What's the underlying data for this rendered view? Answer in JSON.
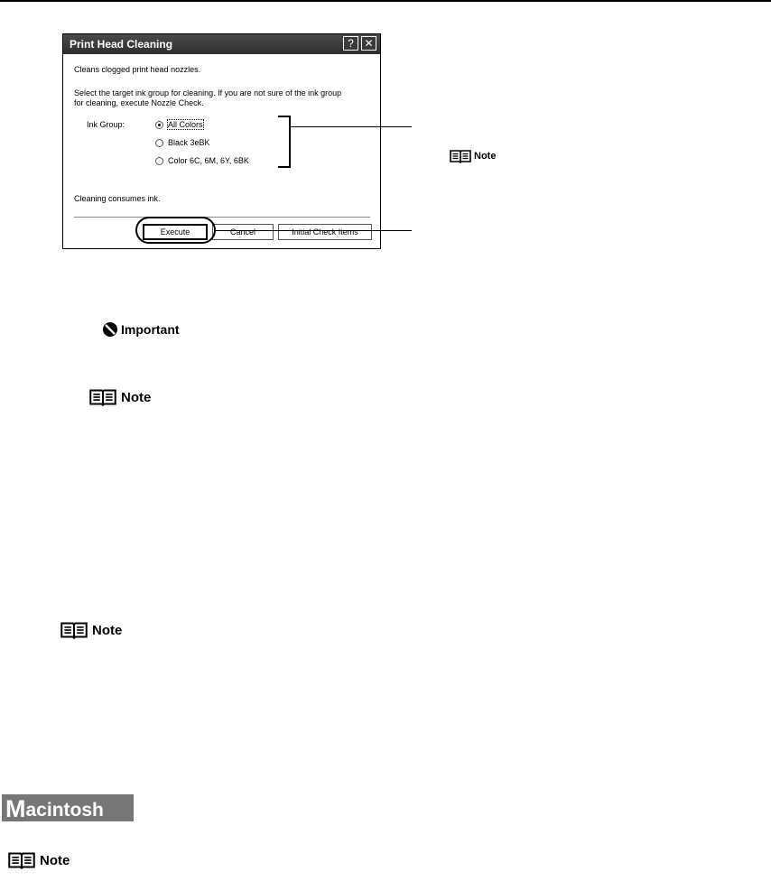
{
  "dialog": {
    "title": "Print Head Cleaning",
    "help_glyph": "?",
    "close_glyph": "✕",
    "description": "Cleans clogged print head nozzles.",
    "instruction_line1": "Select the target ink group for cleaning. If you are not sure of the ink group",
    "instruction_line2": "for cleaning, execute Nozzle Check.",
    "ink_group_label": "Ink Group:",
    "options": [
      {
        "label": "All Colors",
        "selected": true
      },
      {
        "label": "Black   3eBK",
        "selected": false
      },
      {
        "label": "Color   6C, 6M, 6Y, 6BK",
        "selected": false
      }
    ],
    "footer_text": "Cleaning consumes ink.",
    "buttons": {
      "execute": "Execute",
      "cancel": "Cancel",
      "initial_check": "Initial Check Items"
    }
  },
  "labels": {
    "note": "Note",
    "important": "Important"
  },
  "macintosh_banner": {
    "initial": "M",
    "rest": "acintosh"
  }
}
